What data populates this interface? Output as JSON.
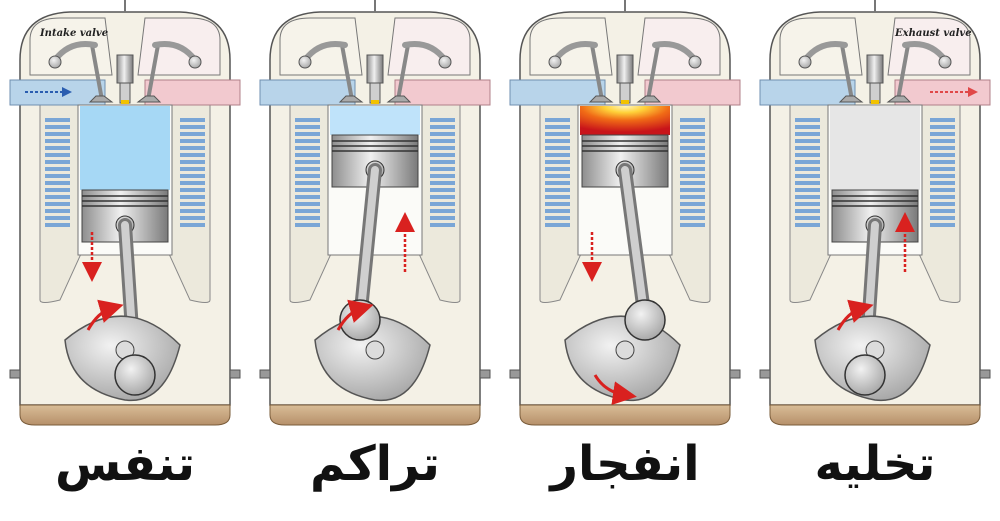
{
  "labels": {
    "intake_valve": "Intake valve",
    "exhaust_valve": "Exhaust valve"
  },
  "strokes": [
    {
      "name": "تنفس",
      "piston_position": "bottom",
      "chamber": "intake",
      "piston_direction": "down",
      "crank_rotation": "clockwise"
    },
    {
      "name": "تراکم",
      "piston_position": "top",
      "chamber": "compressed",
      "piston_direction": "up",
      "crank_rotation": "clockwise"
    },
    {
      "name": "انفجار",
      "piston_position": "top",
      "chamber": "combustion",
      "piston_direction": "down",
      "crank_rotation": "counterclockwise"
    },
    {
      "name": "تخلیه",
      "piston_position": "bottom",
      "chamber": "exhaust",
      "piston_direction": "up",
      "crank_rotation": "clockwise"
    }
  ],
  "colors": {
    "intake_port": "#b8d4ea",
    "exhaust_port": "#f2c9cf",
    "intake_gas": "#a6d8f5",
    "compressed_gas": "#bfe3fa",
    "combustion_gas": "#f6a21e",
    "exhaust_gas": "#e6e6e6",
    "motion_arrow": "#d9211f",
    "intake_arrow": "#2a5db0",
    "exhaust_arrow": "#e04848",
    "block_shell": "#f4f1e6",
    "coolant_fins": "#7aa6d6",
    "metal": "#bfbfbf",
    "sump": "#c9a882"
  }
}
